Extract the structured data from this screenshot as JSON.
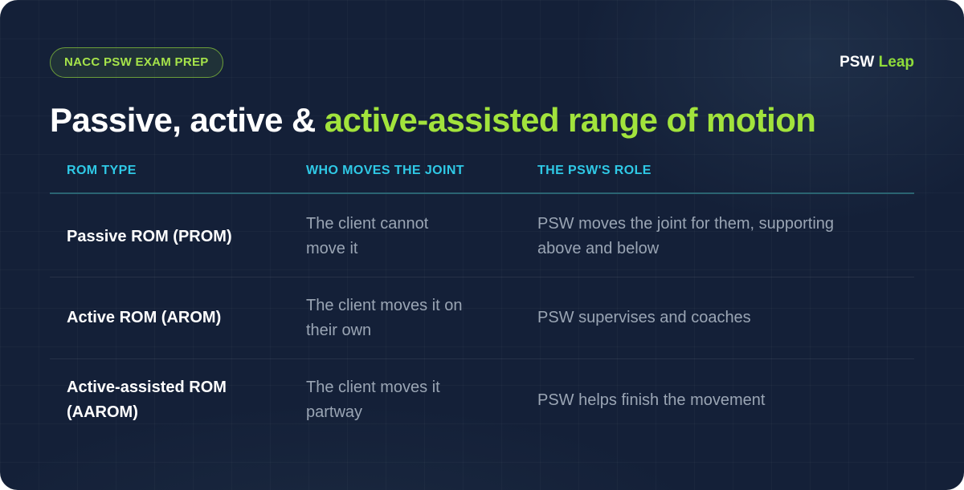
{
  "badge": "NACC PSW EXAM PREP",
  "brand": {
    "part1": "PSW",
    "part2": "Leap"
  },
  "title": {
    "plain": "Passive, active & ",
    "highlight": "active-assisted range of motion"
  },
  "table": {
    "headers": [
      "ROM TYPE",
      "WHO MOVES THE JOINT",
      "THE PSW'S ROLE"
    ],
    "rows": [
      {
        "type": [
          "Passive ROM (PROM)"
        ],
        "who": [
          "The client cannot",
          "move it"
        ],
        "role": [
          "PSW moves the joint for them, supporting",
          "above and below"
        ]
      },
      {
        "type": [
          "Active ROM (AROM)"
        ],
        "who": [
          "The client moves it on",
          "their own"
        ],
        "role": [
          "PSW supervises and coaches"
        ]
      },
      {
        "type": [
          "Active-assisted ROM",
          "(AAROM)"
        ],
        "who": [
          "The client moves it",
          "partway"
        ],
        "role": [
          "PSW helps finish the movement"
        ]
      }
    ]
  },
  "colors": {
    "background": "#142038",
    "accent_green": "#a2e33c",
    "header_cyan": "#2fc9e6",
    "muted_text": "#9aa5b4"
  }
}
